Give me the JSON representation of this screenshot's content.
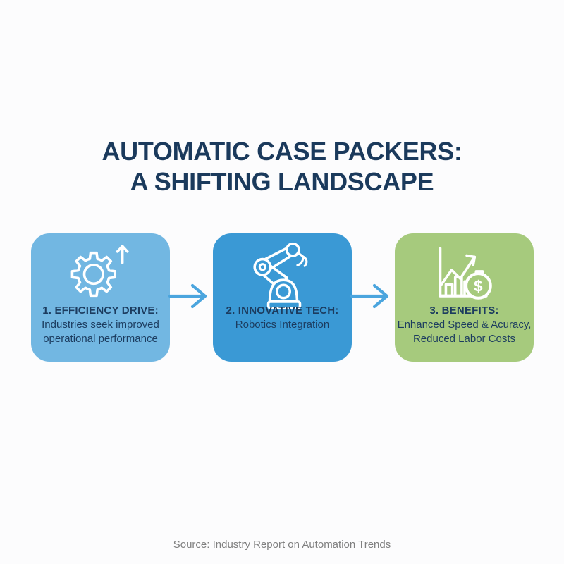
{
  "title": {
    "line1": "AUTOMATIC CASE PACKERS:",
    "line2": "A SHIFTING LANDSCAPE"
  },
  "steps": [
    {
      "heading": "1. EFFICIENCY DRIVE:",
      "lines": [
        "Industries seek improved",
        "operational performance"
      ],
      "icon": "gear-growth-icon",
      "bg_color": "#72b7e2"
    },
    {
      "heading": "2. INNOVATIVE TECH:",
      "lines": [
        "Robotics Integration"
      ],
      "icon": "robot-arm-icon",
      "bg_color": "#3a99d5"
    },
    {
      "heading": "3. BENEFITS:",
      "lines": [
        "Enhanced Speed & Acuracy,",
        "Reduced Labor Costs"
      ],
      "icon": "growth-chart-dollar-icon",
      "bg_color": "#a6ca7d"
    }
  ],
  "arrows": {
    "color": "#4ba5de"
  },
  "footer": {
    "source": "Source: Industry Report on Automation Trends"
  },
  "colors": {
    "background": "#fcfcfd",
    "title_text": "#1b3a5c",
    "card_text": "#1c3c5f",
    "source_text": "#7f7f7f",
    "step1_bg": "#72b7e2",
    "step2_bg": "#3a99d5",
    "step3_bg": "#a6ca7d",
    "icon_stroke": "#ffffff"
  }
}
